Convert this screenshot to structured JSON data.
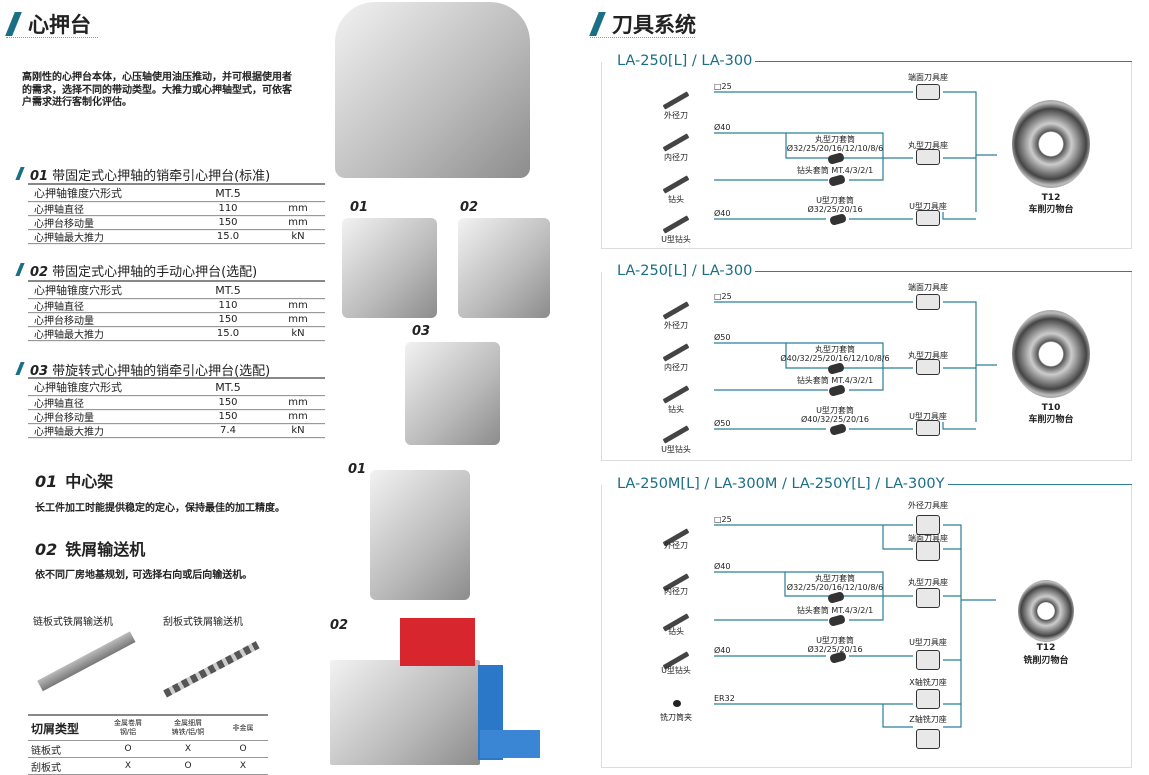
{
  "left": {
    "title": "心押台",
    "intro": "高刚性的心押台本体，心压轴使用油压推动，并可根据使用者的需求，选择不同的带动类型。大推力或心押轴型式，可依客户需求进行客制化评估。",
    "sections": [
      {
        "num": "01",
        "title": "带固定式心押轴的销牵引心押台(标准)",
        "header": [
          "心押轴锥度穴形式",
          "MT.5"
        ],
        "rows": [
          [
            "心押轴直径",
            "110",
            "mm"
          ],
          [
            "心押台移动量",
            "150",
            "mm"
          ],
          [
            "心押轴最大推力",
            "15.0",
            "kN"
          ]
        ]
      },
      {
        "num": "02",
        "title": "带固定式心押轴的手动心押台(选配)",
        "header": [
          "心押轴锥度穴形式",
          "MT.5"
        ],
        "rows": [
          [
            "心押轴直径",
            "110",
            "mm"
          ],
          [
            "心押台移动量",
            "150",
            "mm"
          ],
          [
            "心押轴最大推力",
            "15.0",
            "kN"
          ]
        ]
      },
      {
        "num": "03",
        "title": "带旋转式心押轴的销牵引心押台(选配)",
        "header": [
          "心押轴锥度穴形式",
          "MT.5"
        ],
        "rows": [
          [
            "心押轴直径",
            "150",
            "mm"
          ],
          [
            "心押台移动量",
            "150",
            "mm"
          ],
          [
            "心押轴最大推力",
            "7.4",
            "kN"
          ]
        ]
      }
    ],
    "photo_labels": [
      "01",
      "02",
      "03",
      "01",
      "02"
    ],
    "steady": {
      "num": "01",
      "title": "中心架",
      "desc": "长工件加工时能提供稳定的定心，保持最佳的加工精度。"
    },
    "conveyor": {
      "num": "02",
      "title": "铁屑输送机",
      "desc": "依不同厂房地基规划, 可选择右向或后向输送机。",
      "types": [
        "链板式铁屑输送机",
        "刮板式铁屑输送机"
      ],
      "table": {
        "headers": [
          "切屑类型",
          "金属卷屑\n钢/铝",
          "金属细屑\n铸铁/铝/铜",
          "非金属"
        ],
        "rows": [
          [
            "链板式",
            "O",
            "X",
            "O"
          ],
          [
            "刮板式",
            "X",
            "O",
            "X"
          ]
        ]
      }
    }
  },
  "right": {
    "title": "刀具系统",
    "panels": [
      {
        "model": "LA-250[L] / LA-300",
        "tools": [
          "外径刀",
          "内径刀",
          "钻头",
          "U型钻头"
        ],
        "sizes": [
          "□25",
          "Ø40",
          "Ø40"
        ],
        "sleeves": {
          "round": "丸型刀套筒",
          "round_sizes": "Ø32/25/20/16/12/10/8/6",
          "drill": "钻头套筒 MT.4/3/2/1",
          "u": "U型刀套筒",
          "u_sizes": "Ø32/25/20/16"
        },
        "holders": [
          "端面刀具座",
          "丸型刀具座",
          "U型刀具座"
        ],
        "turret": {
          "name": "T12",
          "type": "车削刃物台"
        }
      },
      {
        "model": "LA-250[L] / LA-300",
        "tools": [
          "外径刀",
          "内径刀",
          "钻头",
          "U型钻头"
        ],
        "sizes": [
          "□25",
          "Ø50",
          "Ø50"
        ],
        "sleeves": {
          "round": "丸型刀套筒",
          "round_sizes": "Ø40/32/25/20/16/12/10/8/6",
          "drill": "钻头套筒 MT.4/3/2/1",
          "u": "U型刀套筒",
          "u_sizes": "Ø40/32/25/20/16"
        },
        "holders": [
          "端面刀具座",
          "丸型刀具座",
          "U型刀具座"
        ],
        "turret": {
          "name": "T10",
          "type": "车削刃物台"
        }
      },
      {
        "model": "LA-250M[L] / LA-300M / LA-250Y[L] / LA-300Y",
        "tools": [
          "外径刀",
          "内径刀",
          "钻头",
          "U型钻头",
          "铣刀筒夹"
        ],
        "sizes": [
          "□25",
          "Ø40",
          "Ø40",
          "ER32"
        ],
        "sleeves": {
          "round": "丸型刀套筒",
          "round_sizes": "Ø32/25/20/16/12/10/8/6",
          "drill": "钻头套筒 MT.4/3/2/1",
          "u": "U型刀套筒",
          "u_sizes": "Ø32/25/20/16"
        },
        "holders": [
          "外径刀具座",
          "端面刀具座",
          "丸型刀具座",
          "U型刀具座",
          "X轴铣刀座",
          "Z轴铣刀座"
        ],
        "turret": {
          "name": "T12",
          "type": "铣削刃物台"
        }
      }
    ]
  },
  "colors": {
    "accent": "#1a6f86",
    "line": "#2a7f96"
  }
}
